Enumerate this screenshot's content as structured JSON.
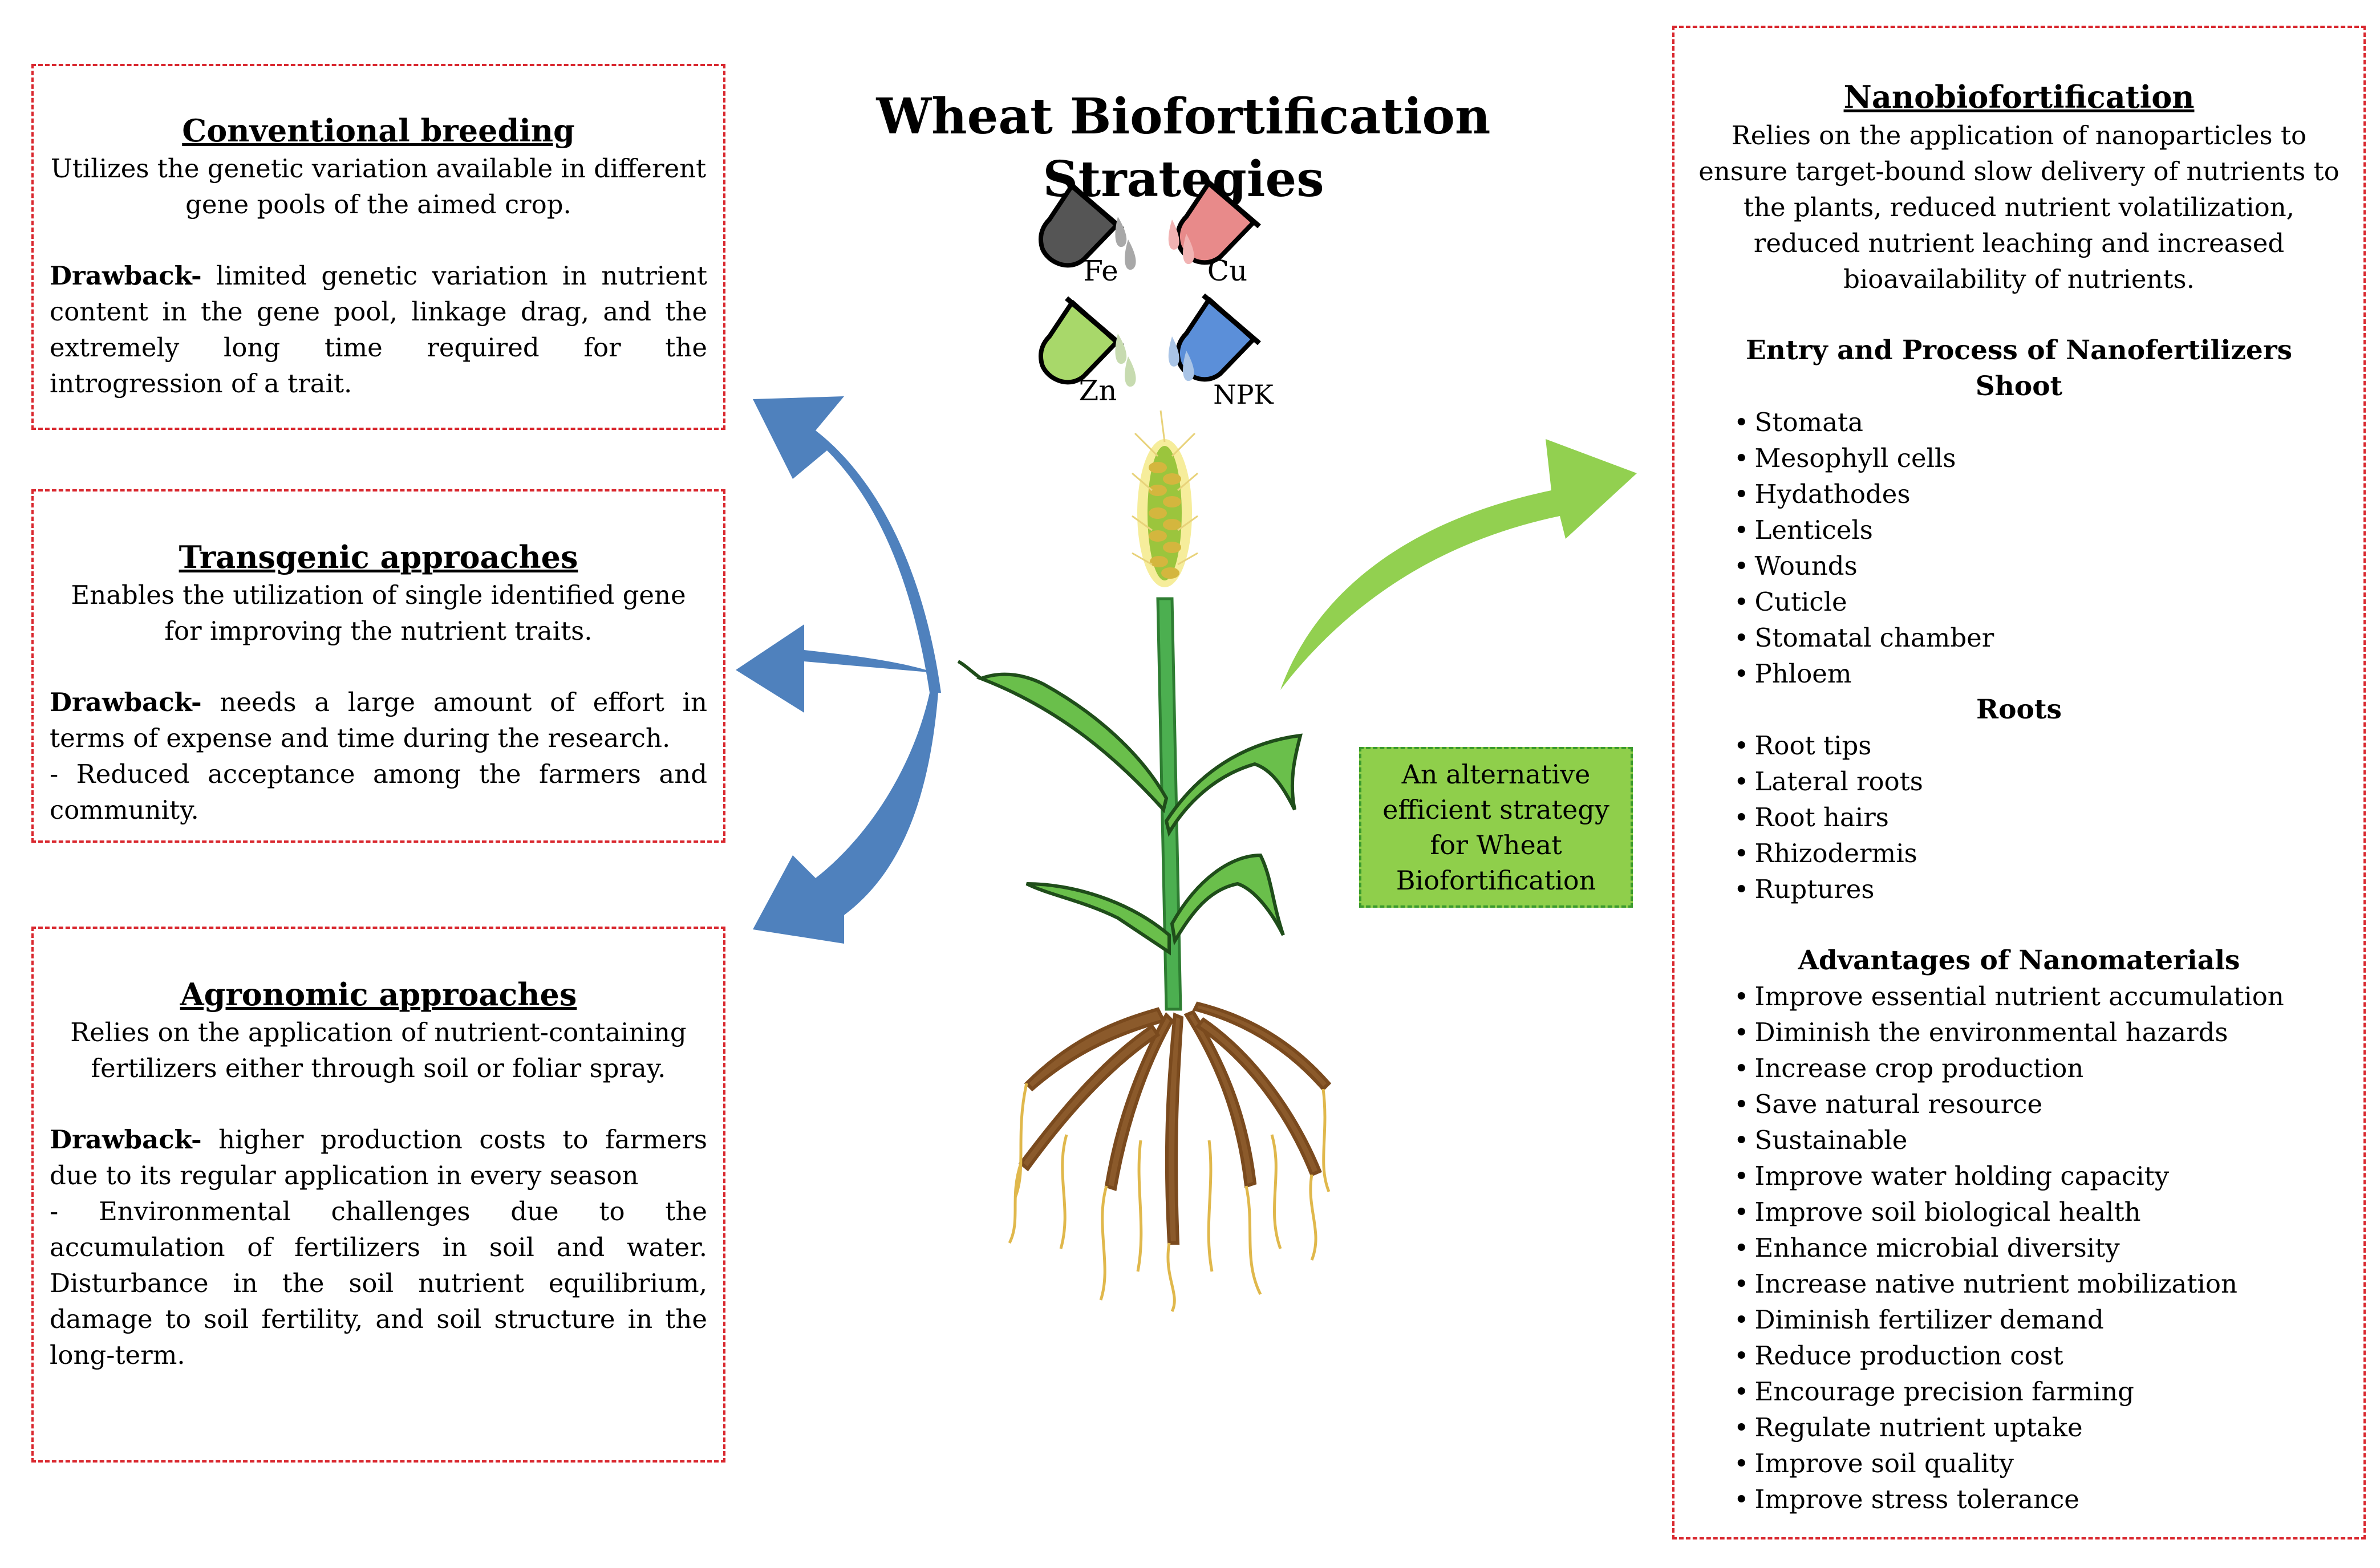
{
  "title": "Wheat Biofortification Strategies",
  "nutrients": [
    "Fe",
    "Cu",
    "Zn",
    "NPK"
  ],
  "colors": {
    "box_border": "#d9272e",
    "blue_arrow": "#4f81bd",
    "green_arrow": "#92d050",
    "alt_box_fill": "#8fcf4b",
    "fe_tube": "#555555",
    "cu_tube": "#e88a8a",
    "zn_tube": "#a8d86a",
    "npk_tube": "#5b8fd9"
  },
  "conventional": {
    "heading": "Conventional breeding",
    "description": "Utilizes the genetic variation available in different gene pools of the aimed crop.",
    "drawback_label": "Drawback-",
    "drawback": " limited genetic variation in nutrient content in the gene pool, linkage drag, and the extremely long time required for the introgression of a trait."
  },
  "transgenic": {
    "heading": "Transgenic approaches",
    "description": "Enables the utilization of single identified gene for improving the nutrient traits.",
    "drawback_label": "Drawback-",
    "drawback": " needs a large amount of effort in terms of expense and time during the research.",
    "drawback2": "- Reduced acceptance among the farmers and community."
  },
  "agronomic": {
    "heading": "Agronomic approaches",
    "description": "Relies on the application of nutrient-containing fertilizers either through soil or foliar spray.",
    "drawback_label": "Drawback-",
    "drawback": " higher production costs to farmers due to its regular application in every season",
    "drawback2": "- Environmental challenges due to the accumulation of fertilizers in soil and water. Disturbance in the soil nutrient equilibrium, damage to soil fertility, and soil structure in the long-term."
  },
  "alternative": "An alternative efficient strategy for Wheat Biofortification",
  "nano": {
    "heading": "Nanobiofortification",
    "description": "Relies on the application of nanoparticles to ensure target-bound slow delivery  of nutrients to the plants, reduced nutrient volatilization, reduced nutrient leaching and increased bioavailability of nutrients.",
    "entry_heading": "Entry and Process of Nanofertilizers",
    "shoot_heading": "Shoot",
    "shoot_items": [
      "Stomata",
      "Mesophyll cells",
      "Hydathodes",
      "Lenticels",
      "Wounds",
      "Cuticle",
      "Stomatal chamber",
      "Phloem"
    ],
    "roots_heading": "Roots",
    "roots_items": [
      "Root tips",
      "Lateral roots",
      "Root hairs",
      "Rhizodermis",
      "Ruptures"
    ],
    "advantages_heading": "Advantages of Nanomaterials",
    "advantages_items": [
      "Improve essential nutrient accumulation",
      "Diminish the environmental hazards",
      "Increase crop production",
      "Save natural resource",
      "Sustainable",
      "Improve water holding capacity",
      "Improve soil biological health",
      "Enhance microbial diversity",
      "Increase native nutrient mobilization",
      "Diminish fertilizer demand",
      "Reduce production cost",
      "Encourage precision farming",
      "Regulate nutrient uptake",
      "Improve soil quality",
      "Improve stress tolerance"
    ]
  }
}
